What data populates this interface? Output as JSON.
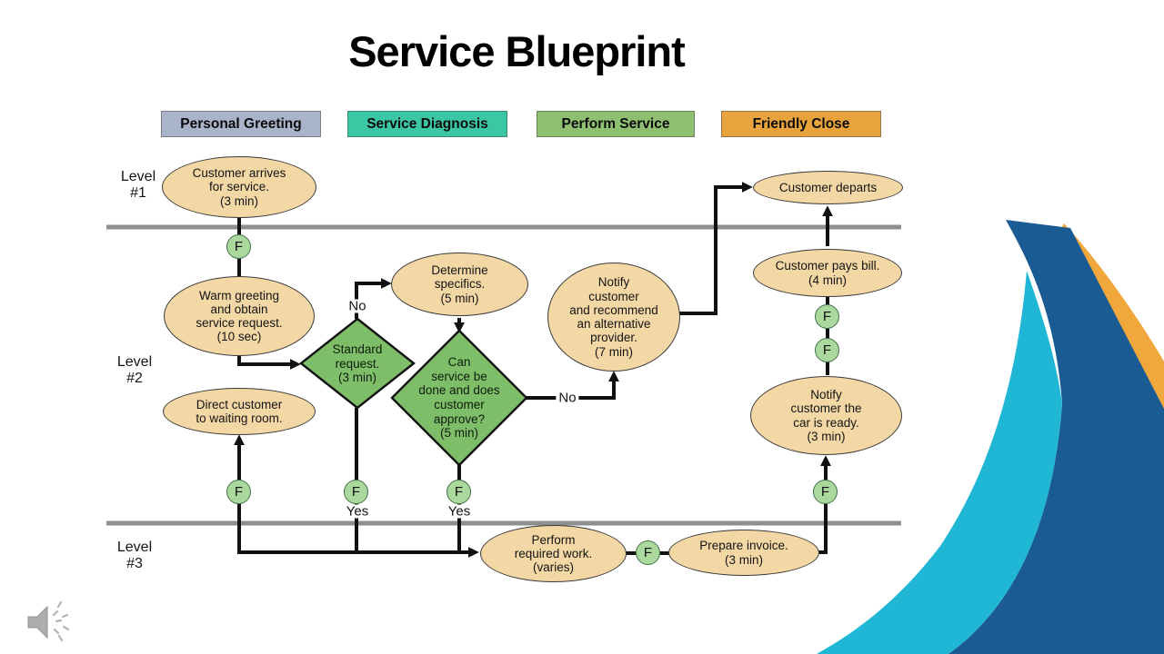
{
  "title": "Service Blueprint",
  "stages": [
    {
      "label": "Personal Greeting",
      "color": "#A9B3CA"
    },
    {
      "label": "Service Diagnosis",
      "color": "#3CC7A4"
    },
    {
      "label": "Perform Service",
      "color": "#8FBF70"
    },
    {
      "label": "Friendly Close",
      "color": "#E8A33D"
    }
  ],
  "levels": [
    {
      "label": "Level\n#1"
    },
    {
      "label": "Level\n#2"
    },
    {
      "label": "Level\n#3"
    }
  ],
  "nodes": {
    "arrive": {
      "text": "Customer arrives\nfor service.\n(3 min)"
    },
    "warm": {
      "text": "Warm greeting\nand obtain\nservice request.\n(10 sec)"
    },
    "direct": {
      "text": "Direct customer\nto waiting room."
    },
    "determine": {
      "text": "Determine\nspecifics.\n(5 min)"
    },
    "notify_alt": {
      "text": "Notify\ncustomer\nand recommend\nan alternative\nprovider.\n(7 min)"
    },
    "departs": {
      "text": "Customer departs"
    },
    "pays": {
      "text": "Customer pays bill.\n(4 min)"
    },
    "car_ready": {
      "text": "Notify\ncustomer the\ncar is ready.\n(3 min)"
    },
    "perform_work": {
      "text": "Perform\nrequired work.\n(varies)"
    },
    "invoice": {
      "text": "Prepare invoice.\n(3 min)"
    }
  },
  "decisions": {
    "standard": {
      "text": "Standard\nrequest.\n(3 min)"
    },
    "approve": {
      "text": "Can\nservice be\ndone and does\ncustomer\napprove?\n(5 min)"
    }
  },
  "edge_labels": {
    "no_standard": "No",
    "no_approve": "No",
    "yes_standard": "Yes",
    "yes_approve": "Yes"
  },
  "fail_point_label": "F",
  "icons": {
    "audio": "speaker-with-sound-waves"
  },
  "colors": {
    "ellipse_fill": "#F3D8A6",
    "decision_fill": "#7FBE68",
    "fail_point_fill": "#ABD89C",
    "lane_divider": "#8E8E8E",
    "connector": "#111111",
    "swoosh_blue": "#1A5B94",
    "swoosh_teal": "#20B7D7",
    "swoosh_orange": "#F0A73C"
  }
}
